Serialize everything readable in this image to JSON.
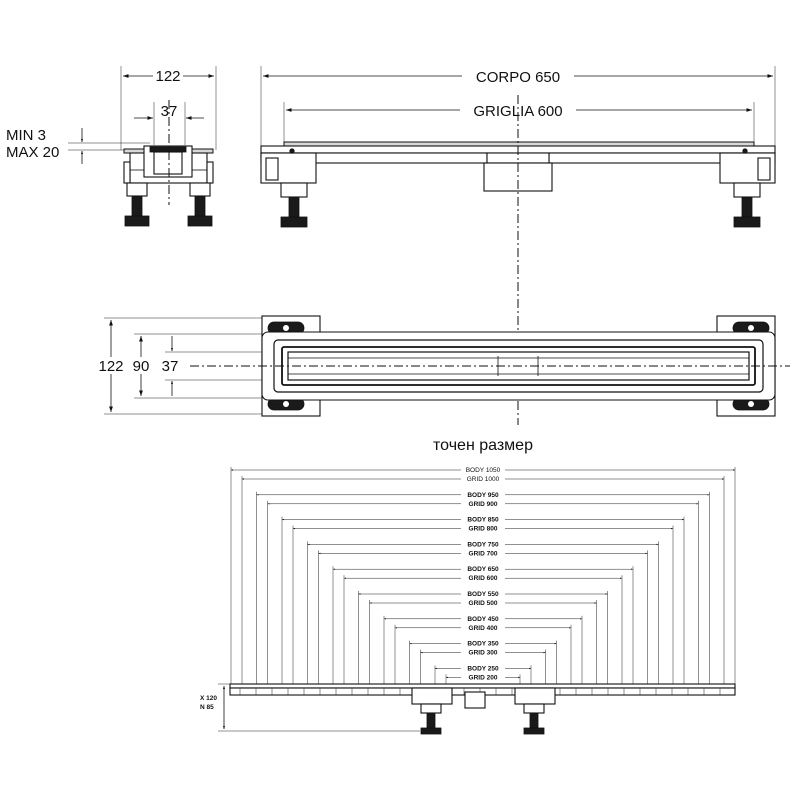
{
  "side_view": {
    "width_label": "122",
    "inner_width_label": "37",
    "min_label": "MIN 3",
    "max_label": "MAX 20"
  },
  "front_view": {
    "body_label": "CORPO 650",
    "grid_label": "GRIGLIA 600"
  },
  "top_view": {
    "labels": [
      "122",
      "90",
      "37"
    ]
  },
  "lower_drawing": {
    "title": "точен размер",
    "sizes": [
      {
        "body": "BODY 1050",
        "grid": "GRID 1000"
      },
      {
        "body": "BODY 950",
        "grid": "GRID 900"
      },
      {
        "body": "BODY 850",
        "grid": "GRID 800"
      },
      {
        "body": "BODY 750",
        "grid": "GRID 700"
      },
      {
        "body": "BODY 650",
        "grid": "GRID 600"
      },
      {
        "body": "BODY 550",
        "grid": "GRID 500"
      },
      {
        "body": "BODY 450",
        "grid": "GRID 400"
      },
      {
        "body": "BODY 350",
        "grid": "GRID 300"
      },
      {
        "body": "BODY 250",
        "grid": "GRID 200"
      }
    ],
    "height_labels": [
      "X 120",
      "N 85"
    ]
  }
}
